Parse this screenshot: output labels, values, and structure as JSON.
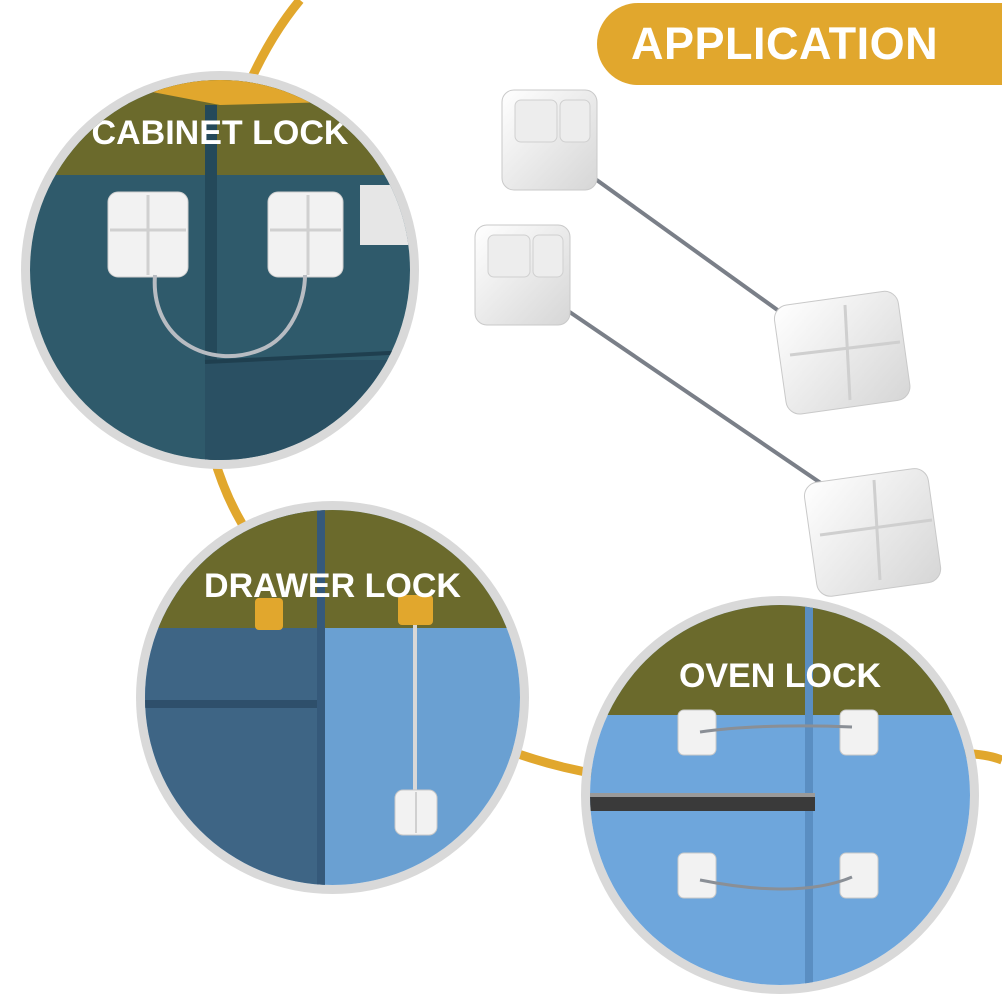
{
  "header": {
    "title": "APPLICATION"
  },
  "scenes": {
    "cabinet": {
      "label": "CABINET LOCK"
    },
    "drawer": {
      "label": "DRAWER LOCK"
    },
    "oven": {
      "label": "OVEN LOCK"
    }
  },
  "colors": {
    "accent_orange": "#e1a72d",
    "circle_border": "#d9d9d9",
    "cabinet_teal": "#2f5a6b",
    "label_band_olive": "#6b6a2c",
    "drawer_blue_dark": "#3e6585",
    "drawer_blue_light": "#6aa0d2",
    "oven_blue": "#6ea6dc",
    "lock_white": "#f2f2f2",
    "cable_gray": "#7a7f88"
  }
}
